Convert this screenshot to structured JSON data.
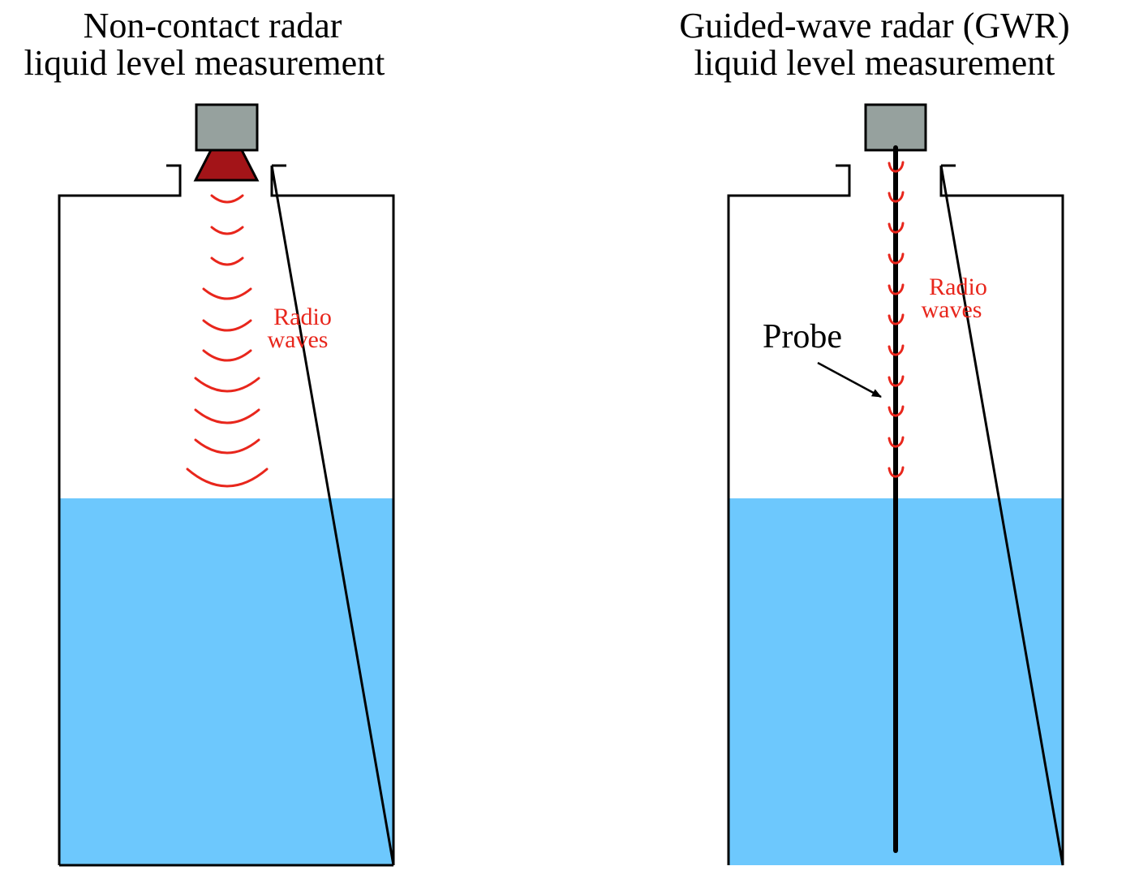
{
  "colors": {
    "liquid": "#6dc8fd",
    "transmitter": "#96a19e",
    "antenna": "#a31418",
    "waves": "#e8261c",
    "outline": "#000000"
  },
  "left_panel": {
    "title_line1": "Non-contact radar",
    "title_line2": "liquid level measurement",
    "wave_label_line1": "Radio",
    "wave_label_line2": "waves"
  },
  "right_panel": {
    "title_line1": "Guided-wave radar (GWR)",
    "title_line2": "liquid level measurement",
    "wave_label_line1": "Radio",
    "wave_label_line2": "waves",
    "probe_label": "Probe"
  }
}
